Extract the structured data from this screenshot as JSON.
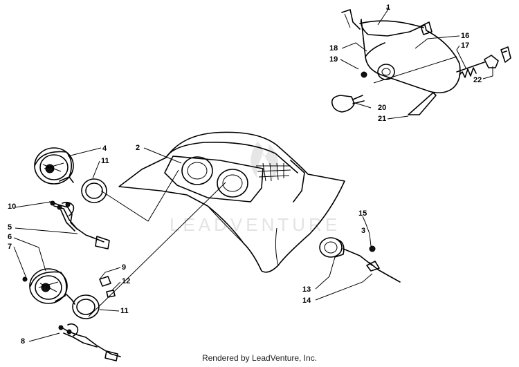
{
  "callouts": [
    "1",
    "2",
    "3",
    "4",
    "5",
    "6",
    "7",
    "8",
    "9",
    "10",
    "11",
    "11",
    "12",
    "13",
    "14",
    "15",
    "16",
    "17",
    "18",
    "19",
    "20",
    "21",
    "22"
  ],
  "watermark": "LEADVENTURE",
  "credit": "Rendered by LeadVenture, Inc."
}
